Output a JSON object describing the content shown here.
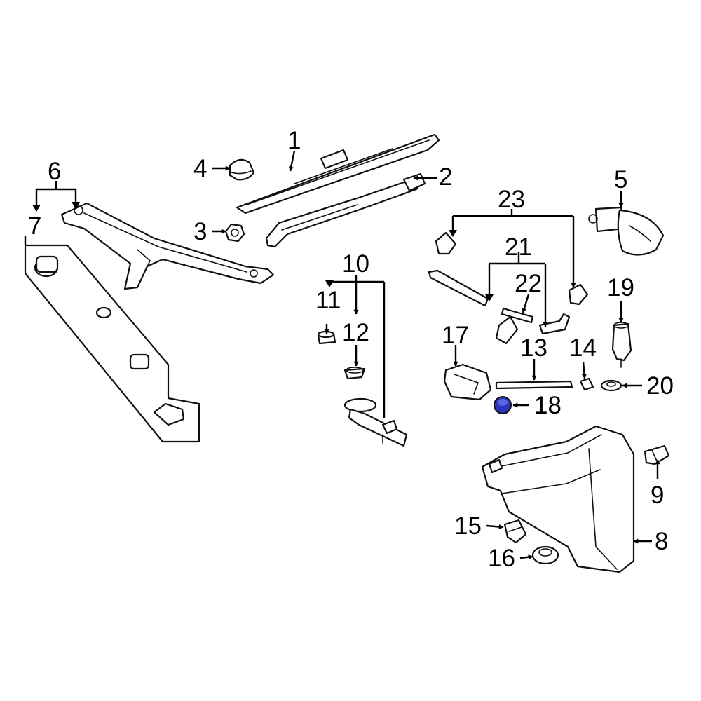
{
  "diagram": {
    "colors": {
      "line": "#111111",
      "highlight": "#2a34b8",
      "background": "#ffffff"
    },
    "callouts": [
      {
        "id": "c1",
        "label": "1"
      },
      {
        "id": "c2",
        "label": "2"
      },
      {
        "id": "c3",
        "label": "3"
      },
      {
        "id": "c4",
        "label": "4"
      },
      {
        "id": "c5",
        "label": "5"
      },
      {
        "id": "c6",
        "label": "6"
      },
      {
        "id": "c7",
        "label": "7"
      },
      {
        "id": "c8",
        "label": "8"
      },
      {
        "id": "c9",
        "label": "9"
      },
      {
        "id": "c10",
        "label": "10"
      },
      {
        "id": "c11",
        "label": "11"
      },
      {
        "id": "c12",
        "label": "12"
      },
      {
        "id": "c13",
        "label": "13"
      },
      {
        "id": "c14",
        "label": "14"
      },
      {
        "id": "c15",
        "label": "15"
      },
      {
        "id": "c16",
        "label": "16"
      },
      {
        "id": "c17",
        "label": "17"
      },
      {
        "id": "c18",
        "label": "18"
      },
      {
        "id": "c19",
        "label": "19"
      },
      {
        "id": "c20",
        "label": "20"
      },
      {
        "id": "c21",
        "label": "21"
      },
      {
        "id": "c22",
        "label": "22"
      },
      {
        "id": "c23",
        "label": "23"
      }
    ],
    "highlighted_part": "18"
  }
}
